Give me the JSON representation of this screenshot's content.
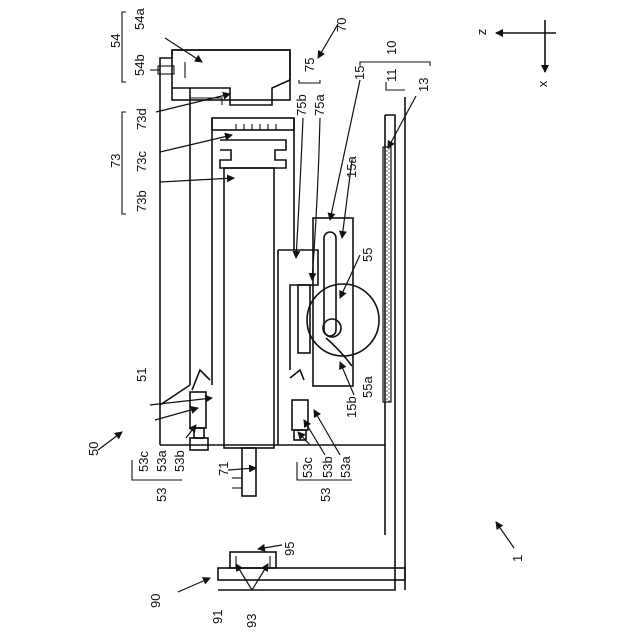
{
  "axes": {
    "z": "z",
    "x": "x"
  },
  "labels": {
    "n1": "1",
    "n10": "10",
    "n11": "11",
    "n13": "13",
    "n15": "15",
    "n15a": "15a",
    "n15b": "15b",
    "n50": "50",
    "n51": "51",
    "n53": "53",
    "n53a": "53a",
    "n53b": "53b",
    "n53c": "53c",
    "n53r": "53",
    "n53ar": "53a",
    "n53br": "53b",
    "n53cr": "53c",
    "n54": "54",
    "n54a": "54a",
    "n54b": "54b",
    "n55": "55",
    "n55a": "55a",
    "n70": "70",
    "n71": "71",
    "n73": "73",
    "n73b": "73b",
    "n73c": "73c",
    "n73d": "73d",
    "n75": "75",
    "n75a": "75a",
    "n75b": "75b",
    "n90": "90",
    "n91": "91",
    "n93": "93",
    "n95": "95"
  }
}
